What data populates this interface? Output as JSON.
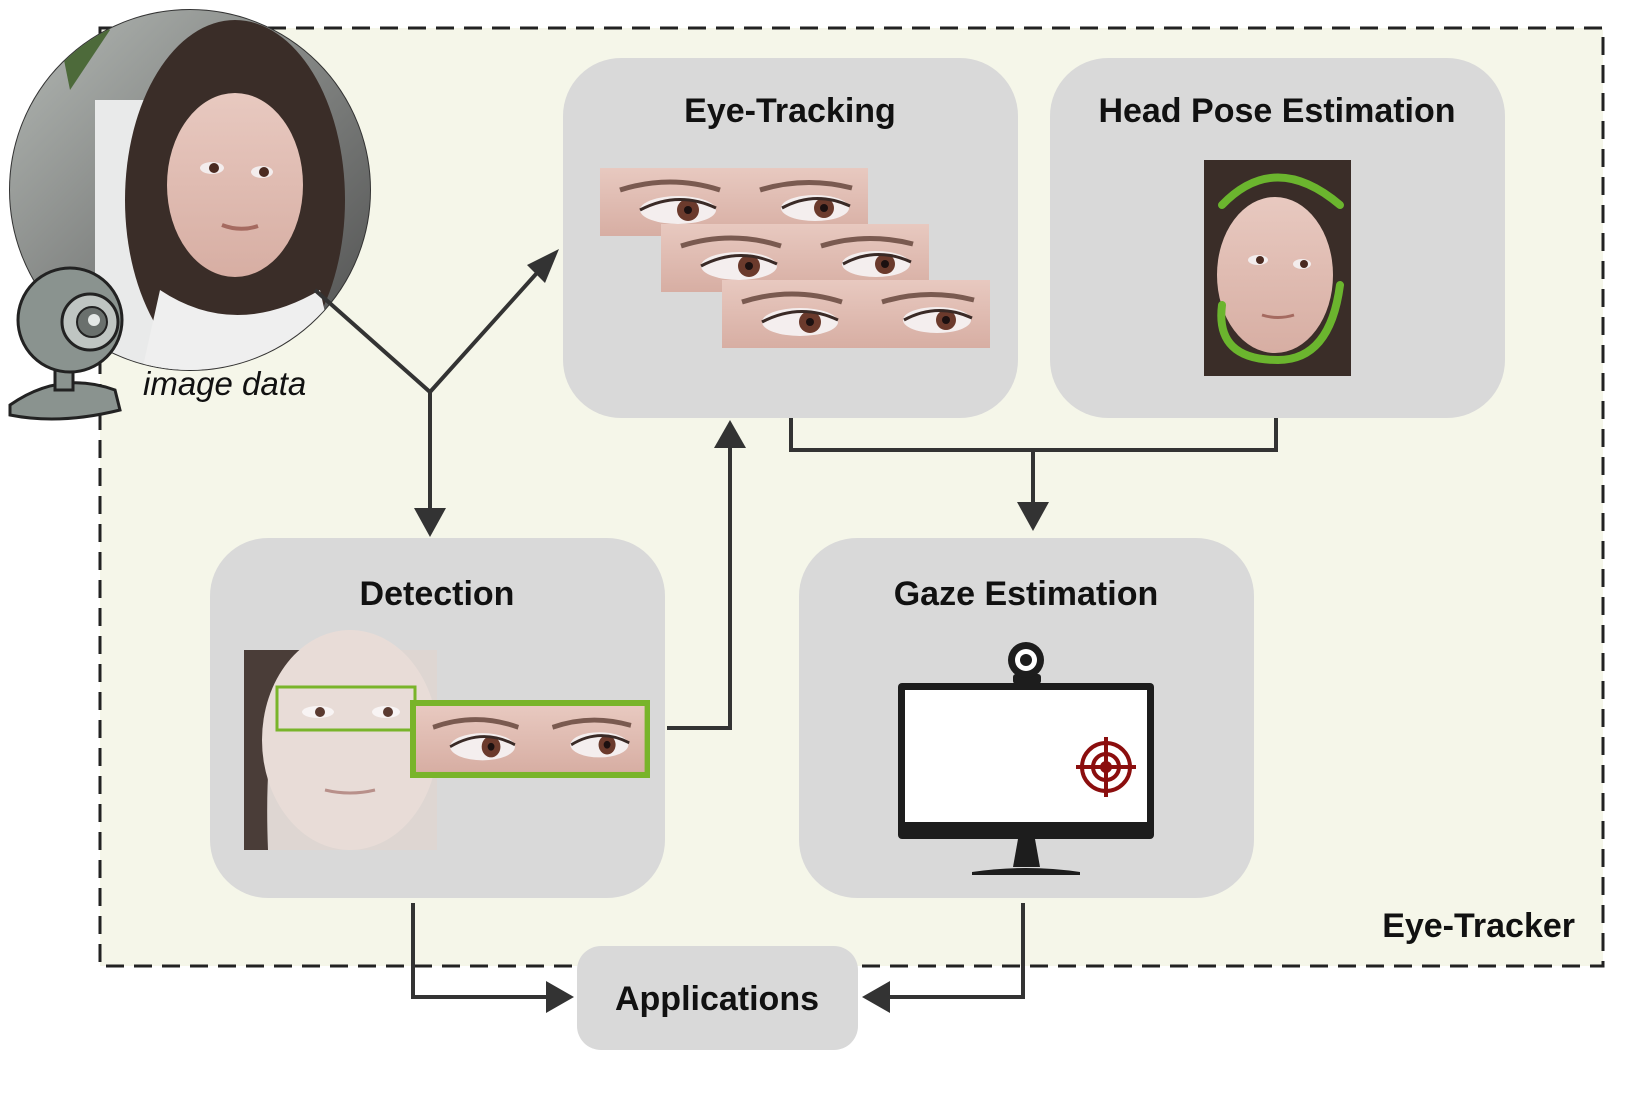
{
  "frame": {
    "label": "Eye-Tracker"
  },
  "input": {
    "caption": "image data"
  },
  "boxes": {
    "eye_tracking": {
      "title": "Eye-Tracking"
    },
    "head_pose": {
      "title": "Head Pose Estimation"
    },
    "detection": {
      "title": "Detection"
    },
    "gaze": {
      "title": "Gaze Estimation"
    },
    "applications": {
      "title": "Applications"
    }
  },
  "colors": {
    "frame_fill": "#f5f6e9",
    "box_fill": "#d9d9d9",
    "highlight_green": "#79b42a",
    "target_red": "#8b0e0e",
    "arrow": "#333333"
  },
  "icons": [
    "webcam-icon",
    "monitor-icon",
    "crosshair-target-icon"
  ]
}
